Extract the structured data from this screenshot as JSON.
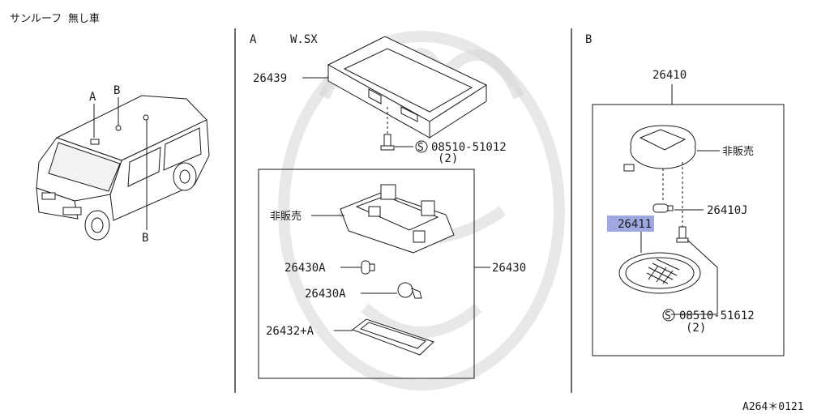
{
  "header": {
    "title": "サンルーフ 無し車"
  },
  "overview": {
    "marker_a": "A",
    "marker_b_top": "B",
    "marker_b_bottom": "B"
  },
  "section_a": {
    "letter": "A",
    "variant": "W.SX",
    "labels": {
      "bracket": "26439",
      "screw": "08510-51012",
      "screw_qty": "(2)",
      "not_sold": "非販売",
      "bulb_1": "26430A",
      "bulb_2": "26430A",
      "lamp_assy": "26430",
      "lens": "26432+A"
    }
  },
  "section_b": {
    "letter": "B",
    "labels": {
      "assy": "26410",
      "not_sold": "非販売",
      "bulb": "26410J",
      "lens": "26411",
      "screw": "08510-51612",
      "screw_qty": "(2)"
    },
    "highlight_color": "#9fa8e0"
  },
  "footer": {
    "code": "A264＊0121"
  },
  "symbols": {
    "screw_mark": "S"
  }
}
